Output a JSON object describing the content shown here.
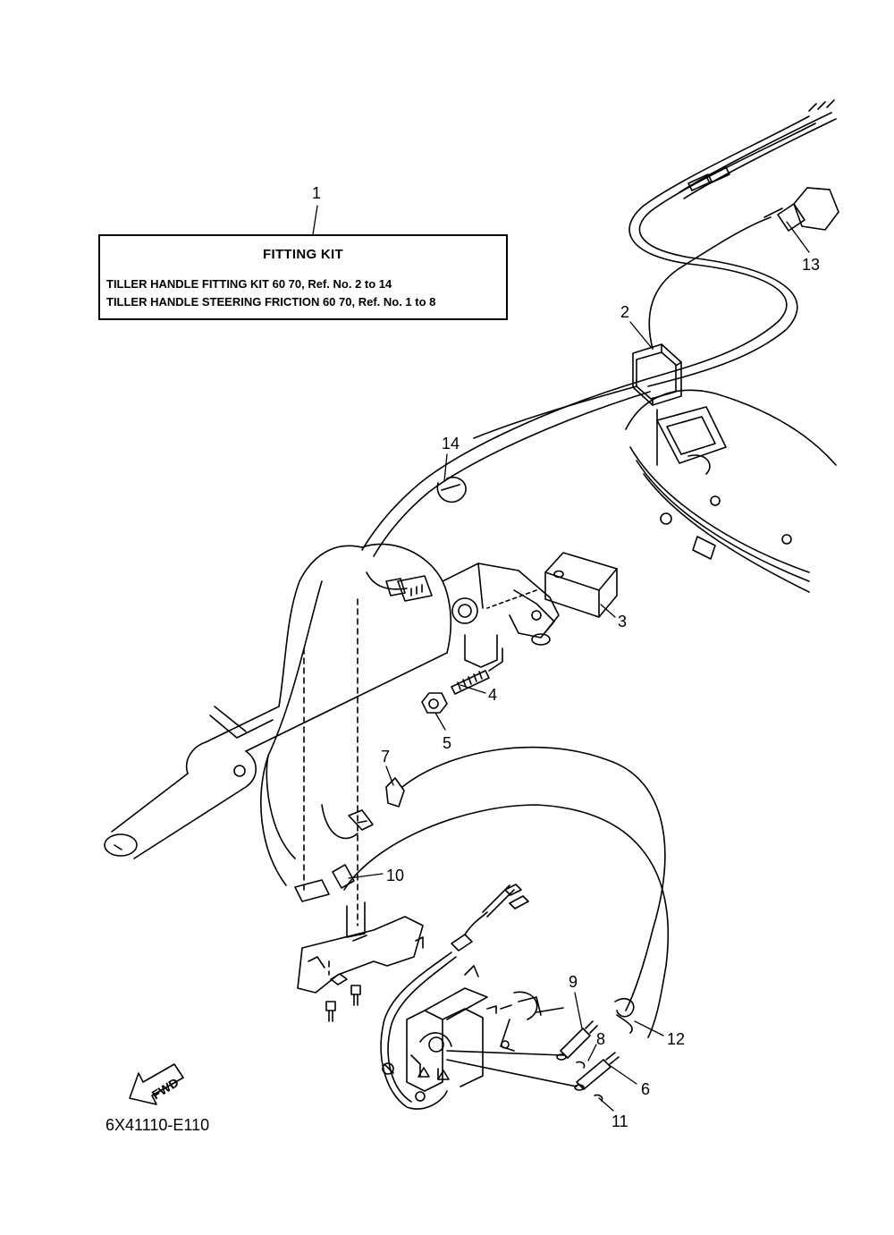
{
  "fitting_kit": {
    "title": "FITTING KIT",
    "lines": [
      "TILLER HANDLE FITTING KIT 60 70,  Ref. No. 2 to 14",
      "TILLER HANDLE STEERING FRICTION 60 70,  Ref. No. 1 to 8"
    ]
  },
  "callouts": [
    "1",
    "2",
    "3",
    "4",
    "5",
    "6",
    "7",
    "8",
    "9",
    "10",
    "11",
    "12",
    "13",
    "14"
  ],
  "fwd_label": "FWD",
  "diagram_code": "6X41110-E110"
}
